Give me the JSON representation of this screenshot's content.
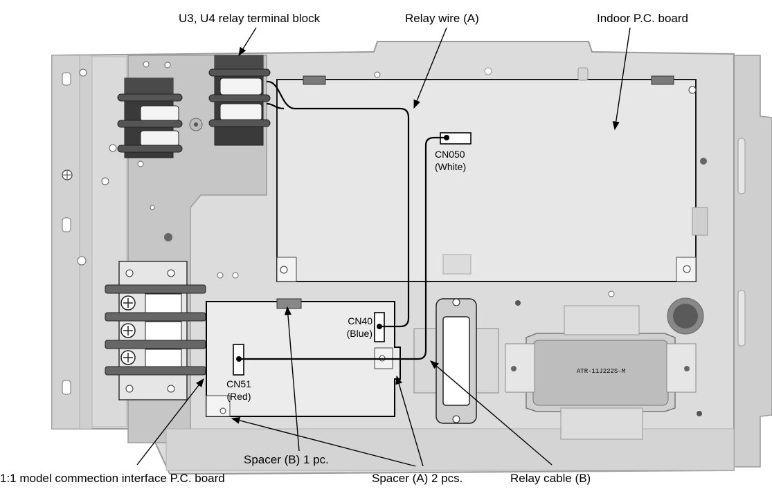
{
  "labels": {
    "u3_u4_block": "U3, U4 relay terminal block",
    "relay_wire_a": "Relay wire (A)",
    "indoor_pc_board": "Indoor P.C. board",
    "cn050": "CN050",
    "cn050_color": "(White)",
    "cn40": "CN40",
    "cn40_color": "(Blue)",
    "cn51": "CN51",
    "cn51_color": "(Red)",
    "spacer_b": "Spacer (B) 1 pc.",
    "interface_board": "1:1 model commection interface P.C. board",
    "spacer_a": "Spacer (A) 2 pcs.",
    "relay_cable_b": "Relay cable (B)",
    "transformer_marking": "ATR-11J222S-M"
  },
  "icons": [
    "screw-icon",
    "terminal-block-icon",
    "transformer-icon"
  ],
  "colors": {
    "chassis": "#d9d9d9",
    "chassis_edge": "#9a9a9a",
    "board_fill": "#e6e6e6",
    "terminal_dark": "#3a3a3a",
    "line": "#000000"
  }
}
